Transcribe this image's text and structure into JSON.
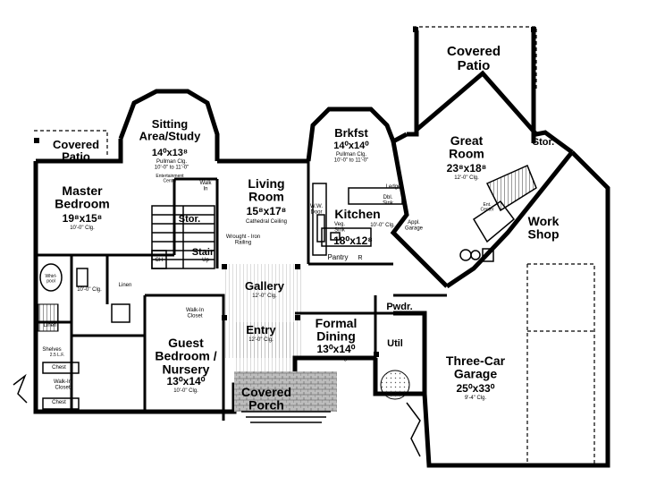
{
  "rooms": {
    "covered_patio_top": {
      "name": "Covered\nPatio"
    },
    "covered_patio_left": {
      "name": "Covered\nPatio"
    },
    "sitting": {
      "name": "Sitting\nArea/Study",
      "dim": "14⁰x13⁸",
      "note": "Pullman Clg.\n10'-0\" to 11'-0\""
    },
    "brkfst": {
      "name": "Brkfst",
      "dim": "14⁰x14⁰",
      "note": "Pullman Clg.\n10'-0\" to 11'-0\""
    },
    "great_room": {
      "name": "Great\nRoom",
      "dim": "23⁸x18⁸",
      "note": "12'-0\" Clg."
    },
    "stor_right": {
      "name": "Stor."
    },
    "master": {
      "name": "Master\nBedroom",
      "dim": "19⁸x15⁸",
      "note": "10'-0\" Clg."
    },
    "living": {
      "name": "Living\nRoom",
      "dim": "15⁸x17⁸",
      "note": "Cathedral Ceiling"
    },
    "kitchen": {
      "name": "Kitchen",
      "dim": "18⁰x12⁸",
      "note": "10'-0\" Clg."
    },
    "work_shop": {
      "name": "Work\nShop"
    },
    "stor_mid": {
      "name": "Stor."
    },
    "stair": {
      "name": "Stair"
    },
    "gallery": {
      "name": "Gallery",
      "note": "12'-0\" Clg."
    },
    "entry": {
      "name": "Entry",
      "note": "12'-0\" Clg."
    },
    "formal_dining": {
      "name": "Formal\nDining",
      "dim": "13⁰x14⁰",
      "note": "12'-0\" Clg."
    },
    "guest": {
      "name": "Guest\nBedroom /\nNursery",
      "dim": "13⁰x14⁰",
      "note": "10'-0\" Clg."
    },
    "covered_porch": {
      "name": "Covered\nPorch"
    },
    "garage": {
      "name": "Three-Car\nGarage",
      "dim": "25⁰x33⁰",
      "note": "9'-4\" Clg."
    },
    "pwdr": {
      "name": "Pwdr."
    },
    "util": {
      "name": "Util"
    },
    "pantry": {
      "name": "Pantry"
    }
  },
  "labels": {
    "entertainment_center": "Entertainment\nCenter",
    "walk_in": "Walk\nIn",
    "wrought_iron": "Wrought - Iron\nRailing",
    "ww_door": "W.W.\nDoor",
    "ledge": "Ledge",
    "dbl_sink": "Dbl.\nSink",
    "appl_garage": "Appl.\nGarage",
    "veg_sink": "Veg.\nSink",
    "ent_center": "Ent.\nCenter",
    "linen": "Linen",
    "walk_in_closet_guest": "Walk-In\nCloset",
    "walk_in_closet_master": "Walk-In\nCloset",
    "shelves": "Shelves",
    "chest1": "Chest",
    "chest2": "Chest",
    "ceiling_bath": "10'-0\" Clg.",
    "garage_ceiling": "9'-4\" Clg.",
    "whirlpool": "Whirl-\npool",
    "lf": "2.5 L.F.",
    "ch": "CH",
    "up": "Up",
    "r": "R"
  }
}
